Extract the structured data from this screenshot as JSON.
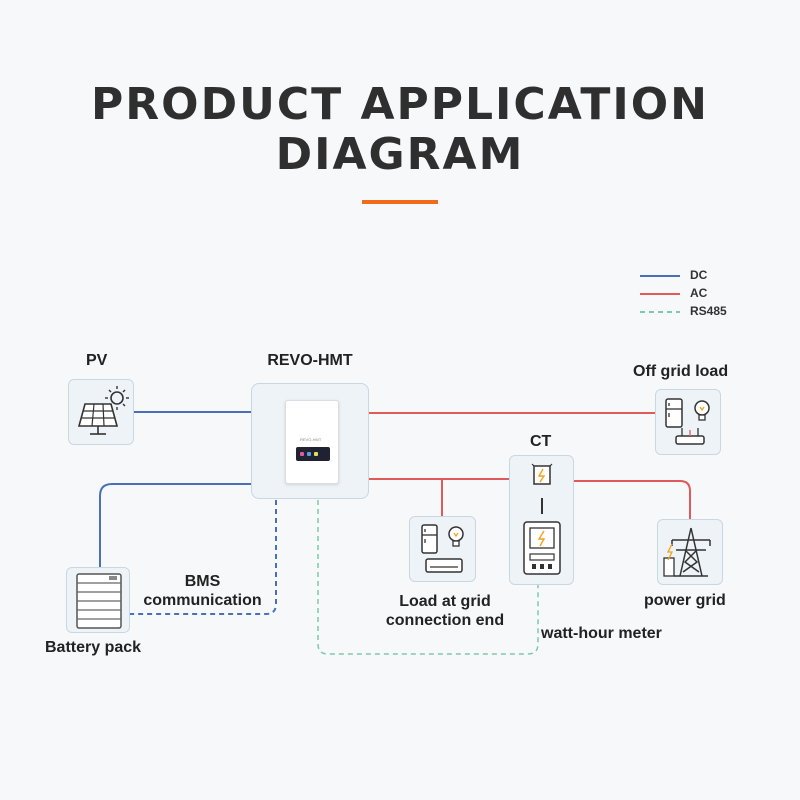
{
  "title_line1": "PRODUCT APPLICATION",
  "title_line2": "DIAGRAM",
  "legend": {
    "dc": "DC",
    "ac": "AC",
    "rs485": "RS485"
  },
  "colors": {
    "dc": "#4a70b8",
    "ac": "#e05a5a",
    "rs485": "#7ec9a8",
    "accent": "#f26a1b"
  },
  "nodes": {
    "pv": "PV",
    "inverter": "REVO-HMT",
    "off_grid_load": "Off grid load",
    "ct": "CT",
    "battery": "Battery pack",
    "bms_line1": "BMS",
    "bms_line2": "communication",
    "grid_load_line1": "Load at grid",
    "grid_load_line2": "connection end",
    "meter": "watt-hour meter",
    "power_grid": "power grid"
  },
  "inverter_screen_text": "REVO-HMT"
}
